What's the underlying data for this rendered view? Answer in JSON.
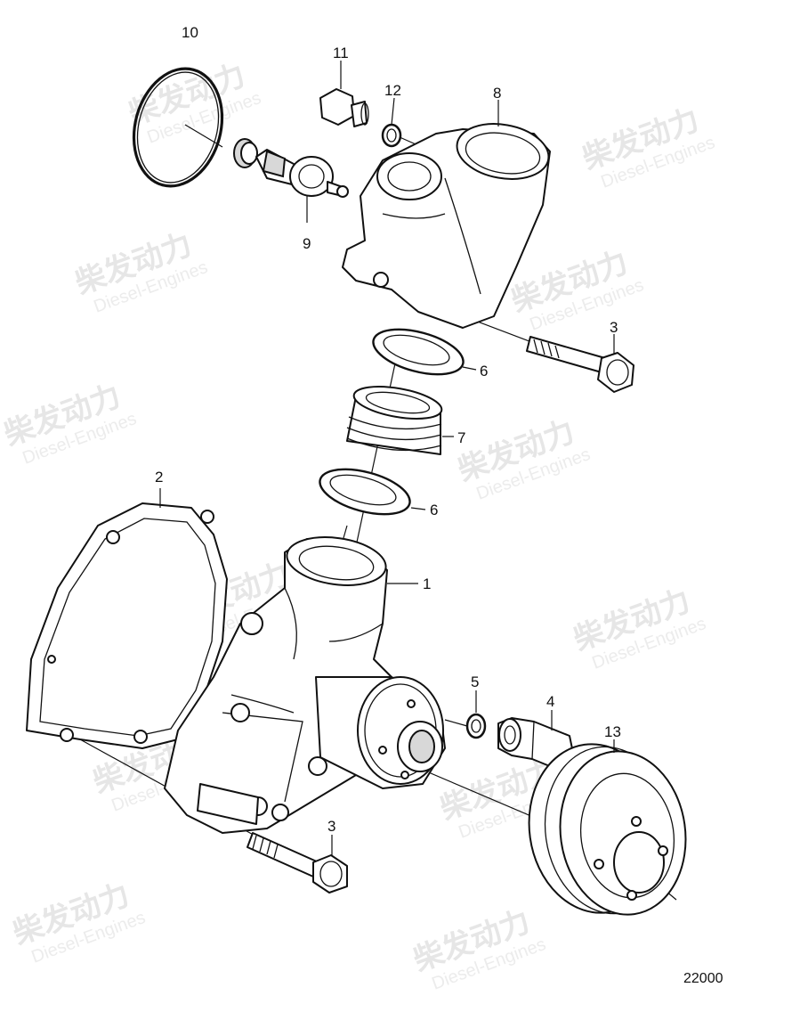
{
  "watermark": {
    "cn": "柴发动力",
    "en": "Diesel-Engines"
  },
  "reference_number": "22000",
  "callouts": {
    "c1": "1",
    "c2": "2",
    "c3a": "3",
    "c3b": "3",
    "c4": "4",
    "c5": "5",
    "c6a": "6",
    "c6b": "6",
    "c7": "7",
    "c8": "8",
    "c9": "9",
    "c10": "10",
    "c11": "11",
    "c12": "12",
    "c13": "13"
  }
}
